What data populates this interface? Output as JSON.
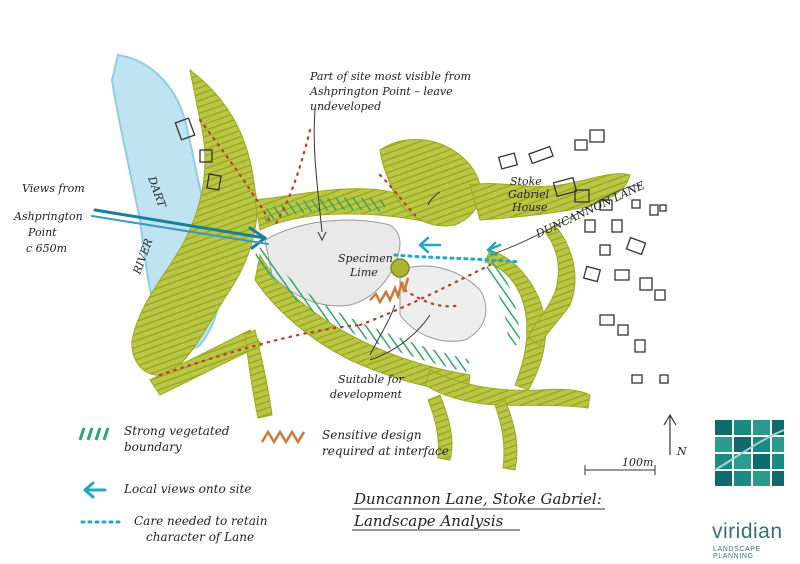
{
  "annotations": {
    "visible_note_1": "Part of site most visible from",
    "visible_note_2": "Ashprington Point – leave",
    "visible_note_3": "undeveloped",
    "views_1": "Views from",
    "views_2": "Ashprington",
    "views_3": "Point",
    "views_4": "c 650m",
    "river": "RIVER",
    "dart": "DART",
    "specimen_1": "Specimen",
    "specimen_2": "Lime",
    "stoke_1": "Stoke",
    "stoke_2": "Gabriel",
    "stoke_3": "House",
    "lane_label": "DUNCANNON LANE",
    "suitable_1": "Suitable for",
    "suitable_2": "development",
    "scale": "100m",
    "north": "N"
  },
  "legend": {
    "hatch_1": "Strong vegetated",
    "hatch_2": "boundary",
    "zigzag_1": "Sensitive design",
    "zigzag_2": "required at interface",
    "arrow": "Local views onto site",
    "dots_1": "Care needed to retain",
    "dots_2": "character of Lane"
  },
  "title": {
    "line1": "Duncannon Lane, Stoke Gabriel:",
    "line2": "Landscape Analysis"
  },
  "logo": {
    "name": "viridian",
    "tagline": "LANDSCAPE PLANNING"
  },
  "colors": {
    "vegetation": "#a8b733",
    "hatch_green": "#2fa86b",
    "arrow_teal": "#1fa8c4",
    "view_arrow": "#1a7f9a",
    "dotted_red": "#c0392b",
    "zigzag": "#c87a3a",
    "river_blue": "#8fcde6",
    "logo_dark": "#0f6b6b",
    "logo_mid": "#2d9a8f"
  }
}
